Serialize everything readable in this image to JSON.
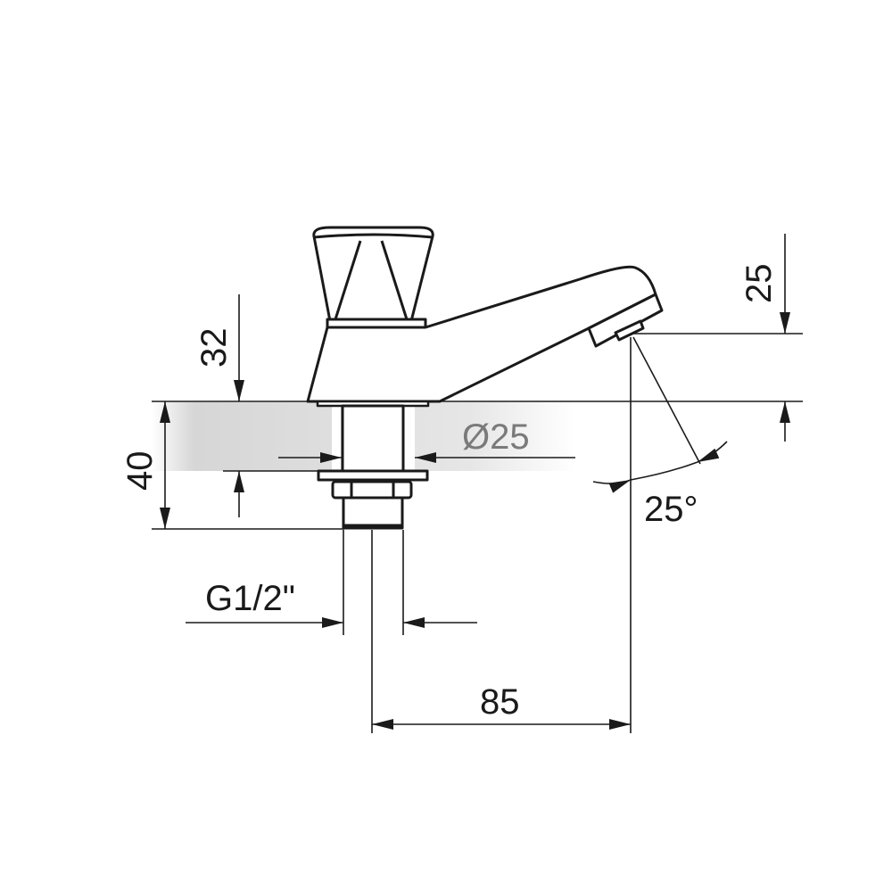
{
  "dimensions": {
    "spout_height": "25",
    "body_height": "32",
    "shank_length": "40",
    "diameter": "Ø25",
    "spout_angle": "25°",
    "thread": "G1/2\"",
    "reach": "85"
  },
  "colors": {
    "line": "#1a1a1a",
    "shade": "#d8d8d8",
    "muted_text": "#7a7a7a"
  }
}
